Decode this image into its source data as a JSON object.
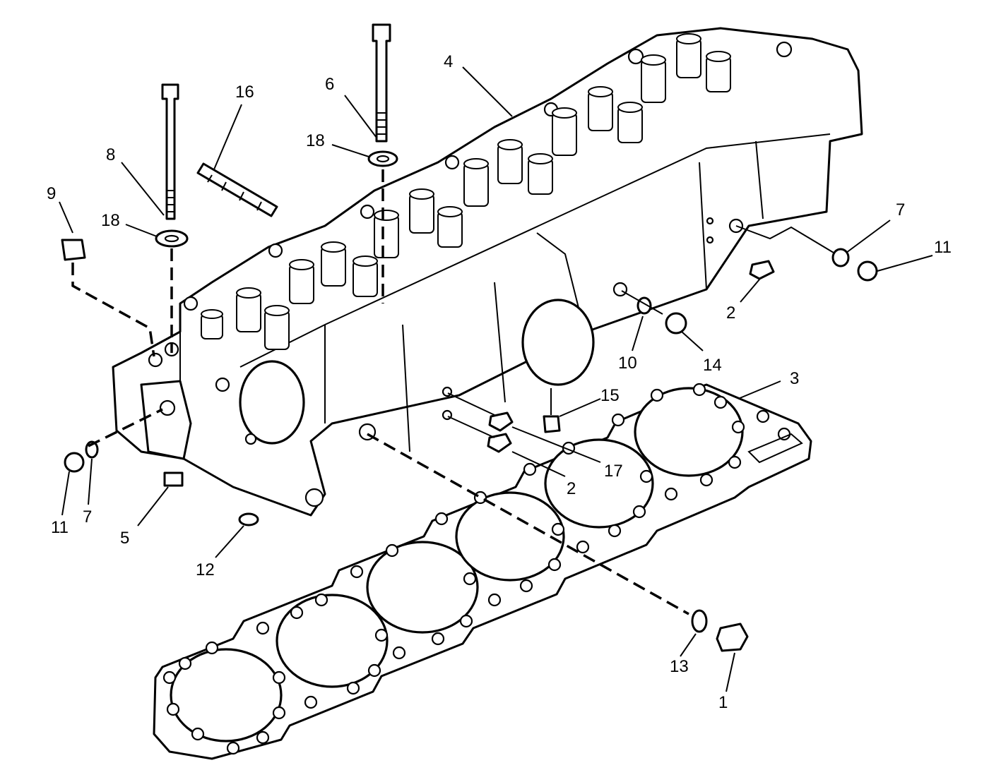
{
  "colors": {
    "line": "#000000",
    "background": "#ffffff"
  },
  "callouts": [
    {
      "id": "c1",
      "label": "1"
    },
    {
      "id": "c2a",
      "label": "2"
    },
    {
      "id": "c2b",
      "label": "2"
    },
    {
      "id": "c3",
      "label": "3"
    },
    {
      "id": "c4",
      "label": "4"
    },
    {
      "id": "c5",
      "label": "5"
    },
    {
      "id": "c6",
      "label": "6"
    },
    {
      "id": "c7a",
      "label": "7"
    },
    {
      "id": "c7b",
      "label": "7"
    },
    {
      "id": "c8",
      "label": "8"
    },
    {
      "id": "c9",
      "label": "9"
    },
    {
      "id": "c10",
      "label": "10"
    },
    {
      "id": "c11a",
      "label": "11"
    },
    {
      "id": "c11b",
      "label": "11"
    },
    {
      "id": "c12",
      "label": "12"
    },
    {
      "id": "c13",
      "label": "13"
    },
    {
      "id": "c14",
      "label": "14"
    },
    {
      "id": "c15",
      "label": "15"
    },
    {
      "id": "c16",
      "label": "16"
    },
    {
      "id": "c17",
      "label": "17"
    },
    {
      "id": "c18a",
      "label": "18"
    },
    {
      "id": "c18b",
      "label": "18"
    }
  ]
}
